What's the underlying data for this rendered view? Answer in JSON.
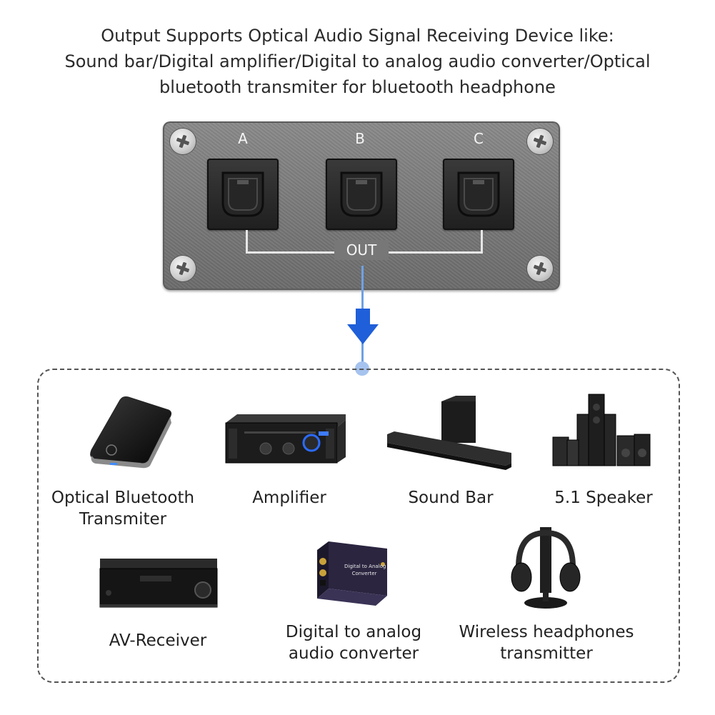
{
  "header": {
    "line1": "Output Supports Optical Audio Signal Receiving Device like:",
    "line2": "Sound bar/Digital amplifier/Digital to analog audio converter/Optical",
    "line3": "bluetooth transmiter for bluetooth headphone"
  },
  "panel": {
    "ports": [
      "A",
      "B",
      "C"
    ],
    "out_label": "OUT"
  },
  "devices": {
    "bt_transmitter": {
      "line1": "Optical Bluetooth",
      "line2": "Transmiter"
    },
    "amplifier": {
      "label": "Amplifier"
    },
    "sound_bar": {
      "label": "Sound Bar"
    },
    "speaker": {
      "label": "5.1 Speaker"
    },
    "av_receiver": {
      "label": "AV-Receiver"
    },
    "dac": {
      "line1": "Digital to analog",
      "line2": "audio converter",
      "print1": "Digital to Analog",
      "print2": "Converter"
    },
    "headphones": {
      "line1": "Wireless headphones",
      "line2": "transmitter"
    }
  },
  "colors": {
    "arrow": "#1f5fd9",
    "connector": "#6fa1e3",
    "panel": "#7a7a7a"
  }
}
